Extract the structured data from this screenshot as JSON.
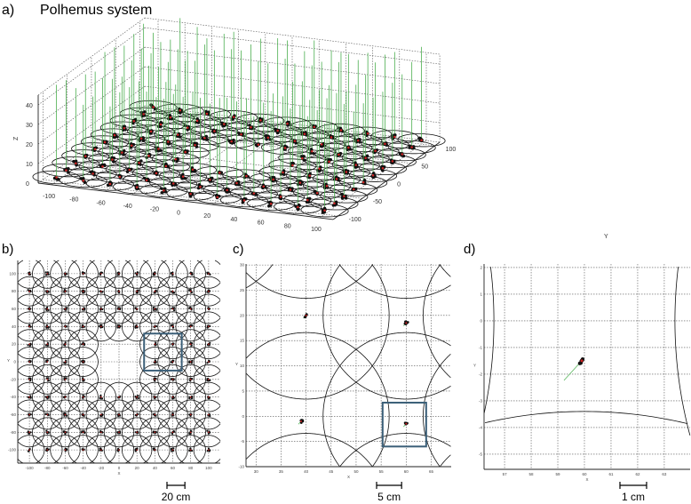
{
  "figure": {
    "panel_labels": [
      "a)",
      "b)",
      "c)",
      "d)"
    ],
    "title": "Polhemus system"
  },
  "colors": {
    "point": "#111111",
    "point_center": "#cc2222",
    "stem": "#4caf50",
    "highlight_box": "#3b5f78"
  },
  "chart_data": [
    {
      "panel": "a",
      "type": "scatter",
      "projection": "3d",
      "zlabel": "Z",
      "ylabel": "Y",
      "xlim": [
        -110,
        110
      ],
      "ylim": [
        -110,
        110
      ],
      "zlim": [
        0,
        45
      ],
      "x_ticks": [
        -100,
        -80,
        -60,
        -40,
        -20,
        0,
        20,
        40,
        60,
        80,
        100
      ],
      "y_ticks": [
        -100,
        -50,
        0,
        50,
        100
      ],
      "z_ticks": [
        0,
        10,
        20,
        30,
        40
      ],
      "grid": true,
      "stem_height": 45
    },
    {
      "panel": "b",
      "type": "scatter",
      "xlabel": "X",
      "ylabel": "Y",
      "xlim": [
        -113,
        113
      ],
      "ylim": [
        -115,
        115
      ],
      "x_ticks": [
        -100,
        -80,
        -60,
        -40,
        -20,
        0,
        20,
        40,
        60,
        80,
        100
      ],
      "y_ticks": [
        -100,
        -80,
        -60,
        -40,
        -20,
        0,
        20,
        40,
        60,
        80,
        100
      ],
      "grid": true,
      "highlight_box": {
        "x": [
          28,
          70
        ],
        "y": [
          -10,
          32
        ]
      },
      "scale_bar": {
        "length": 20,
        "label": "20 cm"
      }
    },
    {
      "panel": "c",
      "type": "scatter",
      "xlabel": "X",
      "ylabel": "Y",
      "xlim": [
        28,
        69
      ],
      "ylim": [
        -10,
        30.2
      ],
      "x_ticks": [
        30,
        35,
        40,
        45,
        50,
        55,
        60,
        65
      ],
      "y_ticks": [
        -10,
        -5,
        0,
        5,
        10,
        15,
        20,
        25,
        30
      ],
      "grid": true,
      "points": [
        [
          40,
          20
        ],
        [
          60,
          18.5
        ],
        [
          39,
          -1
        ],
        [
          60,
          -1.5
        ]
      ],
      "highlight_box": {
        "x": [
          55.3,
          64
        ],
        "y": [
          -6,
          2.7
        ]
      },
      "scale_bar": {
        "length": 5,
        "label": "5 cm"
      }
    },
    {
      "panel": "d",
      "type": "scatter",
      "xlabel": "X",
      "ylabel": "Y",
      "xlim": [
        56.23,
        63.97
      ],
      "ylim": [
        -5.57,
        2.13
      ],
      "x_ticks": [
        57,
        58,
        59,
        60,
        61,
        62,
        63
      ],
      "y_ticks": [
        -5,
        -4,
        -3,
        -2,
        -1,
        0,
        1,
        2
      ],
      "grid": true,
      "points": [
        [
          59.9,
          -1.5
        ]
      ],
      "scale_bar": {
        "length": 1,
        "label": "1 cm"
      }
    }
  ],
  "sensor_grid": {
    "x": [
      -100,
      -80,
      -60,
      -40,
      -20,
      0,
      20,
      40,
      60,
      80,
      100
    ],
    "y": [
      -100,
      -80,
      -60,
      -40,
      -20,
      0,
      20,
      40,
      60,
      80,
      100
    ],
    "missing": [
      [
        -20,
        -20
      ],
      [
        0,
        -20
      ],
      [
        20,
        -20
      ],
      [
        -20,
        0
      ],
      [
        0,
        0
      ],
      [
        20,
        0
      ],
      [
        -20,
        20
      ],
      [
        0,
        20
      ],
      [
        20,
        20
      ]
    ],
    "ring_radius": 16.6
  }
}
